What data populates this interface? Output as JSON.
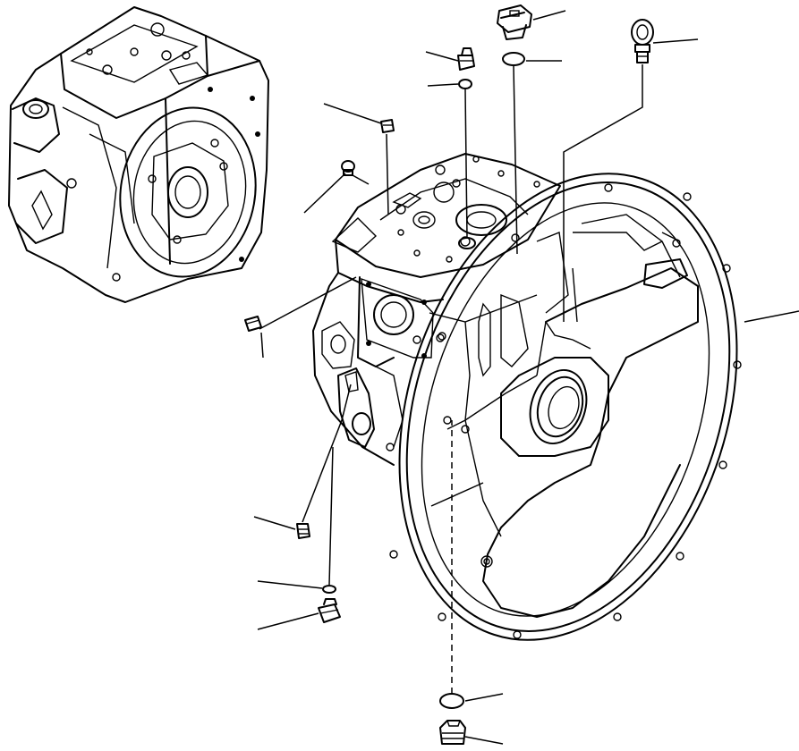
{
  "diagram": {
    "background": "#ffffff",
    "line_color": "#000000",
    "views": [
      "inset-pump-assembly",
      "exploded-pump-housing"
    ],
    "parts": [
      "drain-plug-top",
      "o-ring-top",
      "eye-bolt",
      "fitting-upper",
      "o-ring-upper",
      "bolt-upper",
      "plug-small-left",
      "bolt-left",
      "flywheel-housing",
      "bolt-lower-left",
      "o-ring-lower-left",
      "fitting-lower-left",
      "o-ring-bottom",
      "drain-plug-bottom"
    ],
    "labels": []
  }
}
